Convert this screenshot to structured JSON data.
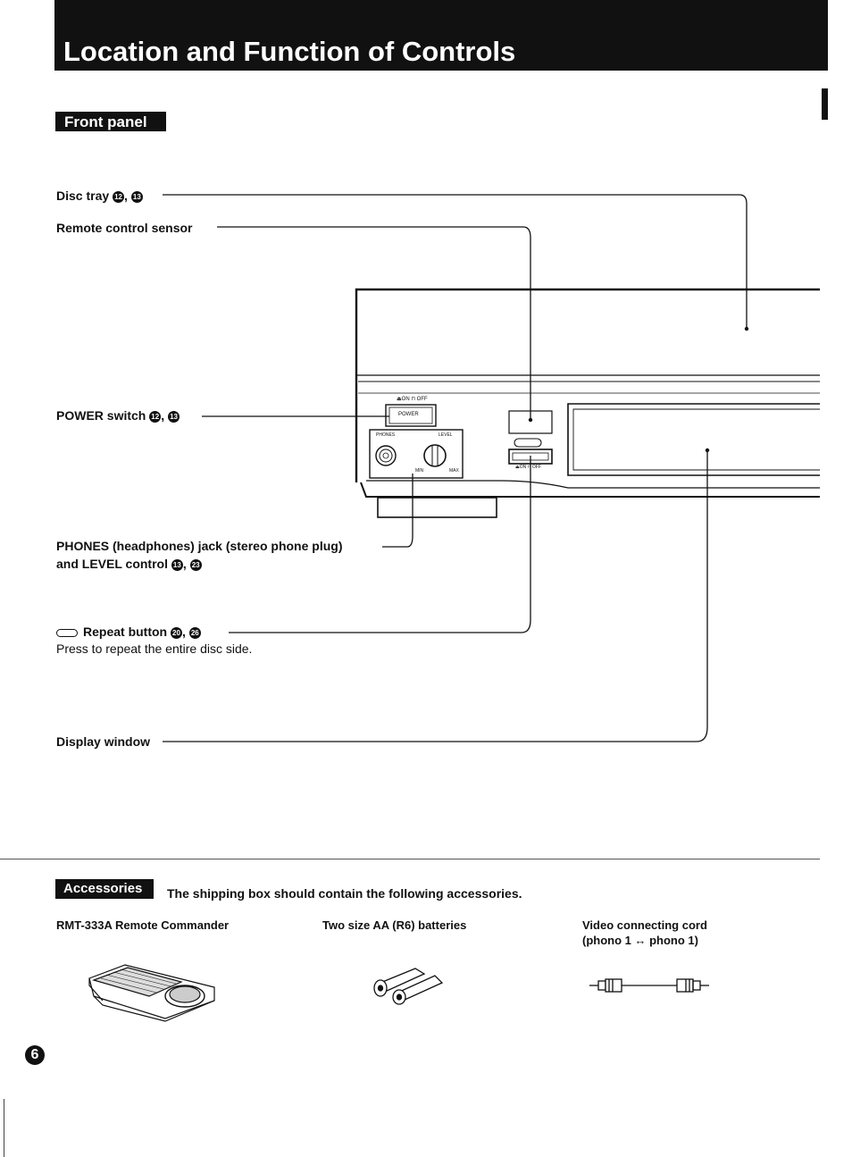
{
  "header": {
    "title": "Location and Function of Controls"
  },
  "front_panel": {
    "badge": "Front panel",
    "labels": {
      "disc_tray": "Disc tray",
      "disc_tray_refs": [
        "12",
        "13"
      ],
      "remote_sensor": "Remote control sensor",
      "power_switch": "POWER switch",
      "power_refs": [
        "12",
        "13"
      ],
      "phones_line1": "PHONES (headphones) jack (stereo phone plug)",
      "phones_line2": "and LEVEL control",
      "phones_refs": [
        "13",
        "23"
      ],
      "repeat_button": "Repeat button",
      "repeat_refs": [
        "20",
        "26"
      ],
      "repeat_desc": "Press to repeat the entire disc side.",
      "display_window": "Display window"
    },
    "device_text": {
      "power_on_off": "⏏ON ⊓ OFF",
      "power_label": "POWER",
      "phones": "PHONES",
      "level": "LEVEL",
      "min": "MIN",
      "max": "MAX",
      "repeat_on_off": "⏏ON ⊓ OFF"
    }
  },
  "accessories": {
    "badge": "Accessories",
    "intro": "The shipping box should contain the following accessories.",
    "items": [
      {
        "label": "RMT-333A Remote Commander",
        "icon": "remote-commander-icon"
      },
      {
        "label": "Two size AA (R6) batteries",
        "icon": "batteries-icon"
      },
      {
        "label_line1": "Video connecting cord",
        "label_line2": "(phono 1 ↔ phono 1)",
        "icon": "video-cord-icon"
      }
    ]
  },
  "footer": {
    "page_number": "6"
  }
}
